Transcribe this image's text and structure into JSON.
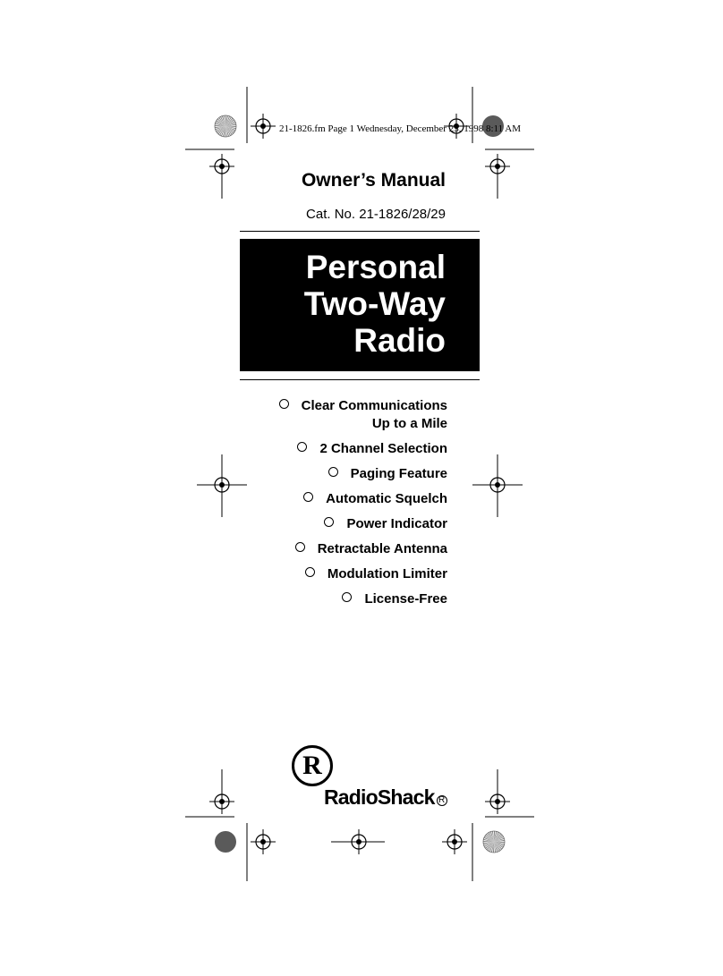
{
  "header": {
    "text": "21-1826.fm  Page 1  Wednesday, December 23, 1998  8:11 AM"
  },
  "title": "Owner’s Manual",
  "cat_no": "Cat. No. 21-1826/28/29",
  "product": {
    "lines": [
      "Personal",
      "Two-Way",
      "Radio"
    ]
  },
  "features": [
    {
      "lines": [
        "Clear Communications",
        "Up to a Mile"
      ]
    },
    {
      "lines": [
        "2 Channel Selection"
      ]
    },
    {
      "lines": [
        "Paging Feature"
      ]
    },
    {
      "lines": [
        "Automatic Squelch"
      ]
    },
    {
      "lines": [
        "Power Indicator"
      ]
    },
    {
      "lines": [
        "Retractable Antenna"
      ]
    },
    {
      "lines": [
        "Modulation Limiter"
      ]
    },
    {
      "lines": [
        "License-Free"
      ]
    }
  ],
  "brand": {
    "logo_letter": "R",
    "name": "RadioShack",
    "registered": "R"
  }
}
